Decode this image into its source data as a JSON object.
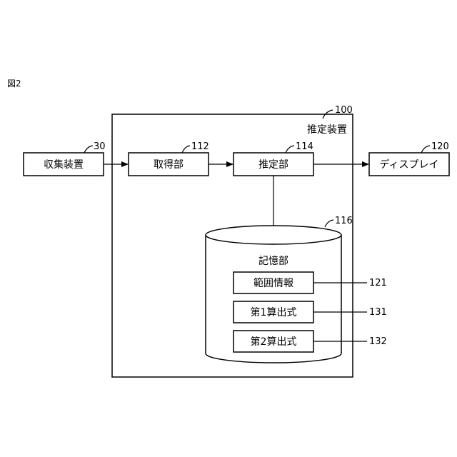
{
  "figure_label": "図2",
  "device": {
    "label": "推定装置",
    "ref": "100"
  },
  "collector": {
    "label": "収集装置",
    "ref": "30"
  },
  "acquisition": {
    "label": "取得部",
    "ref": "112"
  },
  "estimation": {
    "label": "推定部",
    "ref": "114"
  },
  "display": {
    "label": "ディスプレイ",
    "ref": "120"
  },
  "storage": {
    "label": "記憶部",
    "ref": "116",
    "items": [
      {
        "label": "範囲情報",
        "ref": "121"
      },
      {
        "label": "第1算出式",
        "ref": "131"
      },
      {
        "label": "第2算出式",
        "ref": "132"
      }
    ]
  }
}
